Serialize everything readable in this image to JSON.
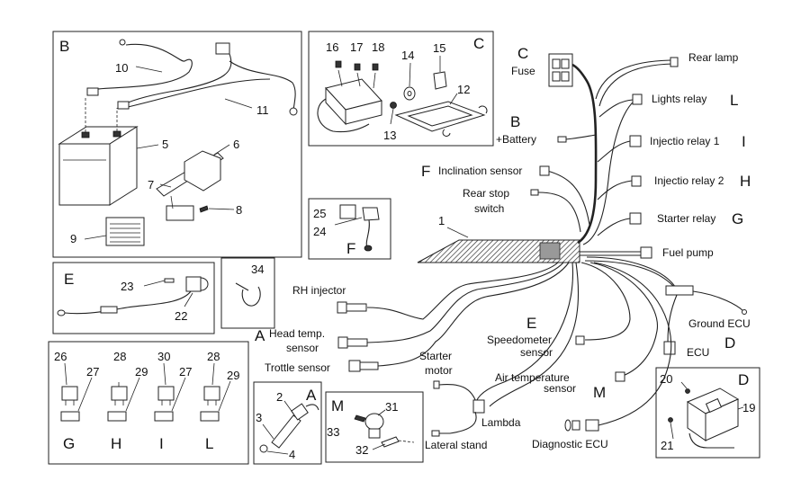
{
  "numbers": {
    "n1": "1",
    "n2": "2",
    "n3": "3",
    "n4": "4",
    "n5": "5",
    "n6": "6",
    "n7": "7",
    "n8": "8",
    "n9": "9",
    "n10": "10",
    "n11": "11",
    "n12": "12",
    "n13": "13",
    "n14": "14",
    "n15": "15",
    "n16": "16",
    "n17": "17",
    "n18": "18",
    "n19": "19",
    "n20": "20",
    "n21": "21",
    "n22": "22",
    "n23": "23",
    "n24": "24",
    "n25": "25",
    "n26": "26",
    "n27a": "27",
    "n27b": "27",
    "n28a": "28",
    "n28b": "28",
    "n29a": "29",
    "n29b": "29",
    "n30": "30",
    "n31": "31",
    "n32": "32",
    "n33": "33",
    "n34": "34"
  },
  "box_letters": {
    "b": "B",
    "c": "C",
    "e": "E",
    "f": "F",
    "a": "A",
    "m": "M",
    "d": "D",
    "g": "G",
    "h": "H",
    "i": "I",
    "l": "L"
  },
  "labels": {
    "fuse_letter": "C",
    "fuse": "Fuse",
    "rear_lamp": "Rear lamp",
    "lights_relay": "Lights relay",
    "lights_relay_letter": "L",
    "battery_letter": "B",
    "battery": "+Battery",
    "injectio_relay_1": "Injectio relay 1",
    "injectio_relay_1_letter": "I",
    "inclination_letter": "F",
    "inclination_sensor": "Inclination sensor",
    "injectio_relay_2": "Injectio relay 2",
    "injectio_relay_2_letter": "H",
    "rear_stop_1": "Rear stop",
    "rear_stop_2": "switch",
    "starter_relay": "Starter relay",
    "starter_relay_letter": "G",
    "fuel_pump": "Fuel pump",
    "rh_injector": "RH injector",
    "head_temp_letter": "A",
    "head_temp_1": "Head temp.",
    "head_temp_2": "sensor",
    "trottle_sensor": "Trottle sensor",
    "speedometer_letter": "E",
    "speedometer_1": "Speedometer",
    "speedometer_2": "sensor",
    "ground_ecu": "Ground ECU",
    "ecu": "ECU",
    "ecu_letter": "D",
    "starter_motor_1": "Starter",
    "starter_motor_2": "motor",
    "air_temp_1": "Air temperature",
    "air_temp_2": "sensor",
    "air_temp_letter": "M",
    "lambda": "Lambda",
    "lateral_stand": "Lateral stand",
    "diagnostic_ecu": "Diagnostic ECU"
  }
}
